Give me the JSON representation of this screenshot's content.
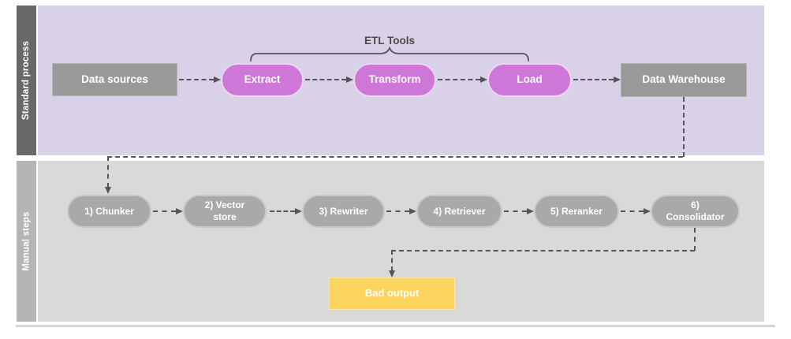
{
  "lanes": [
    {
      "label": "Standard process"
    },
    {
      "label": "Manual steps"
    }
  ],
  "standard_process": {
    "nodes": [
      {
        "id": "data-sources",
        "label": "Data sources",
        "shape": "rect"
      },
      {
        "id": "extract",
        "label": "Extract",
        "shape": "pill"
      },
      {
        "id": "transform",
        "label": "Transform",
        "shape": "pill"
      },
      {
        "id": "load",
        "label": "Load",
        "shape": "pill"
      },
      {
        "id": "data-warehouse",
        "label": "Data Warehouse",
        "shape": "rect"
      }
    ],
    "etl_tools_label": "ETL Tools"
  },
  "manual_steps": {
    "nodes": [
      {
        "id": "chunker",
        "label": "1) Chunker"
      },
      {
        "id": "vector-store",
        "label": "2) Vector store"
      },
      {
        "id": "rewriter",
        "label": "3) Rewriter"
      },
      {
        "id": "retriever",
        "label": "4) Retriever"
      },
      {
        "id": "reranker",
        "label": "5) Reranker"
      },
      {
        "id": "consolidator",
        "label": "6) Consolidator"
      }
    ],
    "bad_output_label": "Bad output"
  },
  "colors": {
    "lane1_bg": "#d8d1e7",
    "lane1_band": "#686868",
    "lane2_bg": "#d9d9d9",
    "lane2_band": "#b5b5b5",
    "node_gray": "#999999",
    "node_gray_border": "#b3b3b3",
    "pill_pink": "#ce77d9",
    "pill_pink_border": "#ecd7f0",
    "pill_gray": "#a9a9a9",
    "pill_gray_border": "#c9c9c9",
    "bad_output_bg": "#fcd45e",
    "bad_output_border": "#fde8a6",
    "connector": "#555555",
    "divider": "#d4d4d4",
    "text_light": "#ffffff",
    "text_dark": "#4a4a4a"
  }
}
